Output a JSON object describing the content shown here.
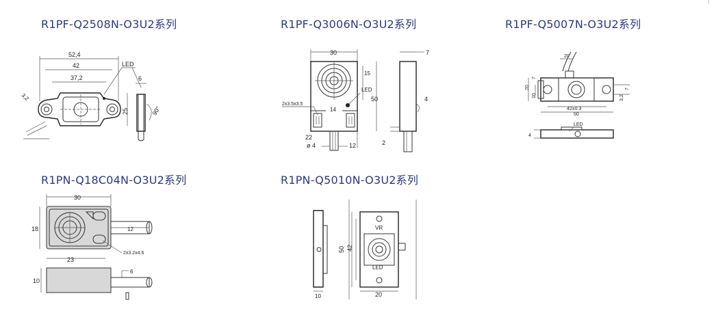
{
  "products": [
    {
      "title": "R1PF-Q2508N-O3U2系列",
      "dims": {
        "w1": "52,4",
        "w2": "42",
        "w3": "37,2",
        "led": "LED",
        "side": "6",
        "h": "25",
        "angle": "90°",
        "hole": "3,2"
      }
    },
    {
      "title": "R1PF-Q3006N-O3U2系列",
      "dims": {
        "width": "30",
        "depth": "7",
        "top": "15",
        "led": "LED",
        "height": "50",
        "led_side": "4",
        "mount": "2x3.5x3.5",
        "center": "14",
        "bottom_left": "22",
        "dia": "4",
        "bottom_right": "12",
        "offset": "2"
      }
    },
    {
      "title": "R1PF-Q5007N-O3U2系列",
      "dims": {
        "top": "20",
        "h1": "7",
        "h2": "20",
        "h3": "10",
        "pitch": "42±0.3",
        "total": "50",
        "right1": "7",
        "right2": "3,2",
        "led": "LED",
        "thick": "4"
      }
    },
    {
      "title": "R1PN-Q18C04N-O3U2系列",
      "dims": {
        "width": "30",
        "height": "18",
        "cable": "12",
        "mount": "2x3.2x4.6",
        "pitch": "23",
        "depth": "10",
        "cable_off": "6"
      }
    },
    {
      "title": "R1PN-Q5010N-O3U2系列",
      "dims": {
        "vr": "VR",
        "h_out": "50",
        "h_in": "42",
        "led": "LED",
        "side": "10",
        "width": "20"
      }
    }
  ],
  "colors": {
    "title": "#2b3a7a",
    "line": "#333333"
  }
}
